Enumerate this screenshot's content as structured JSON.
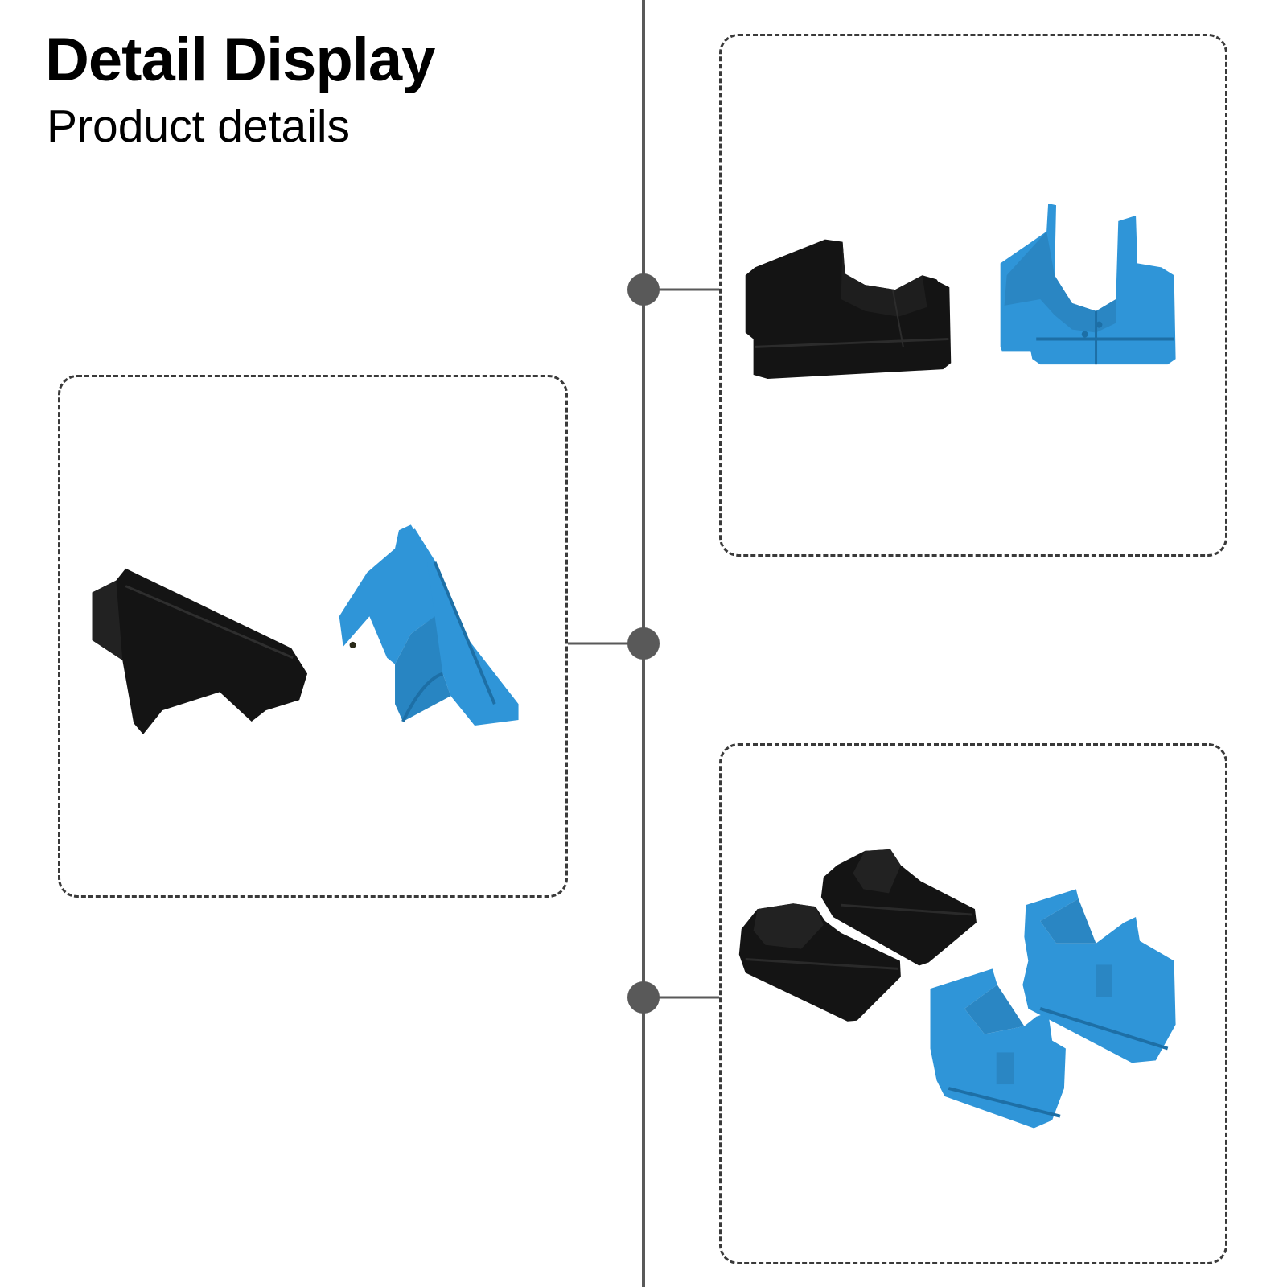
{
  "header": {
    "title": "Detail Display",
    "subtitle": "Product details"
  },
  "colors": {
    "timeline": "#595959",
    "panel_border": "#3a3a3a",
    "part_black": "#141414",
    "part_blue": "#2f95d8"
  },
  "panels": [
    {
      "view": "side-view",
      "items": [
        "black-clip",
        "blue-clip"
      ]
    },
    {
      "view": "front-view",
      "items": [
        "black-clip",
        "blue-clip"
      ]
    },
    {
      "view": "set-view",
      "items": [
        "black-clip",
        "black-clip",
        "blue-clip",
        "blue-clip"
      ]
    }
  ]
}
